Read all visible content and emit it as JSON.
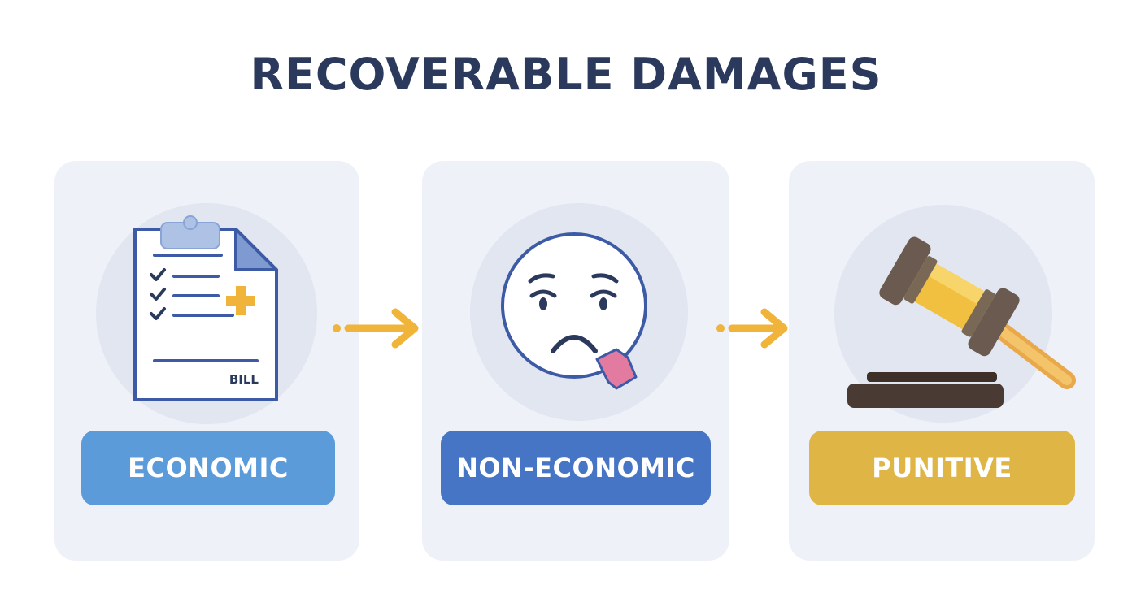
{
  "title": "RECOVERABLE DAMAGES",
  "bill_text": "BILL",
  "categories": [
    {
      "label": "ECONOMIC",
      "icon": "medical-bill-icon",
      "color": "#5b9bd9"
    },
    {
      "label": "NON-ECONOMIC",
      "icon": "sad-face-icon",
      "color": "#4575c4"
    },
    {
      "label": "PUNITIVE",
      "icon": "gavel-icon",
      "color": "#dfb545"
    }
  ],
  "arrow_color": "#f0b43a"
}
